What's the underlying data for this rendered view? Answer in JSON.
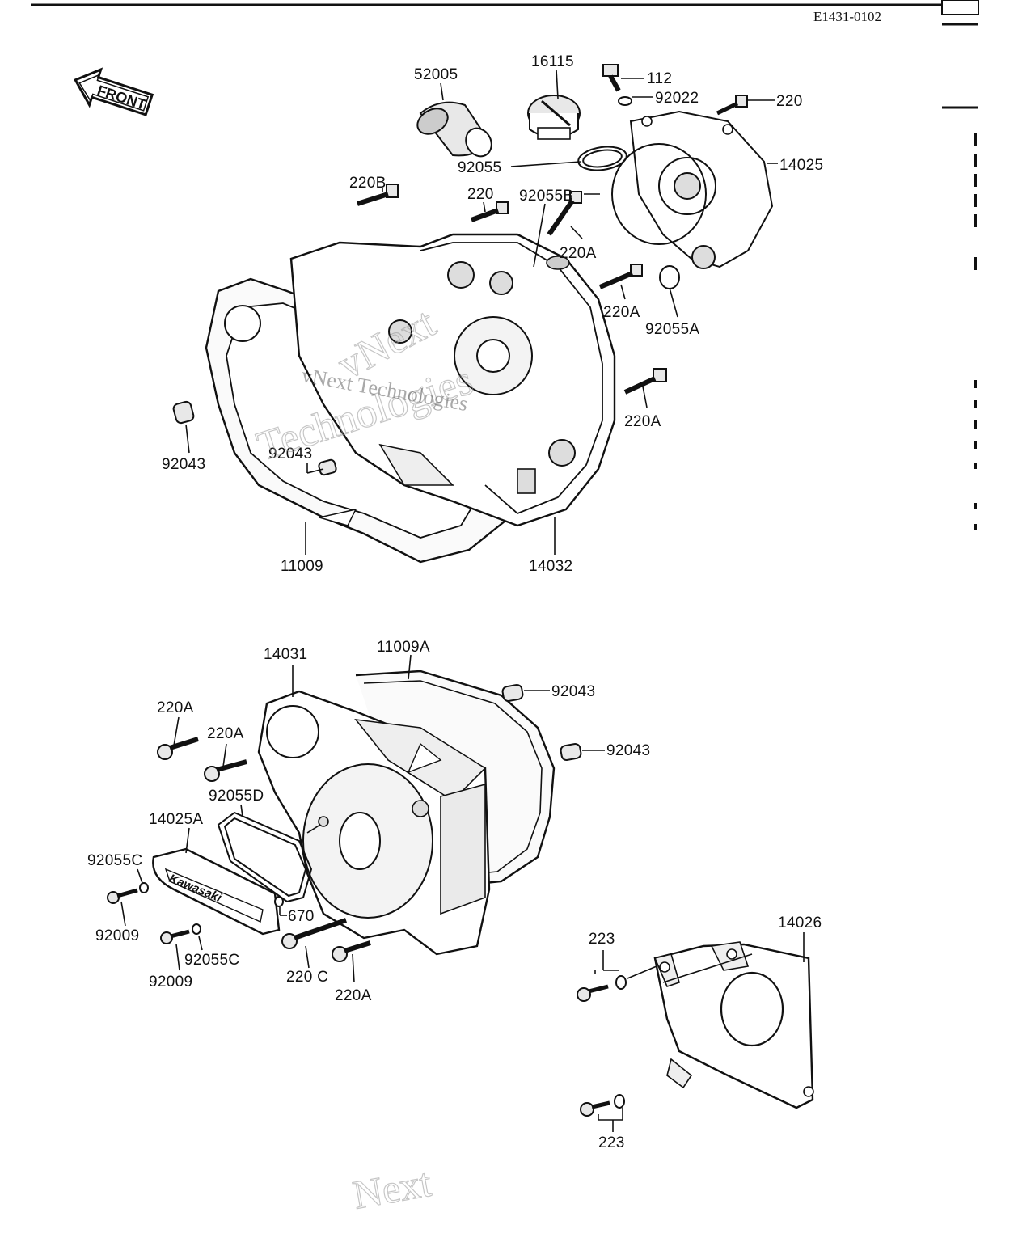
{
  "header": {
    "diagram_code": "E1431-0102"
  },
  "front_arrow": {
    "label": "FRONT"
  },
  "labels": {
    "p52005": "52005",
    "p16115": "16115",
    "p112": "112",
    "p92022": "92022",
    "p220_top": "220",
    "p14025": "14025",
    "p92055": "92055",
    "p92055B": "92055B",
    "p220B": "220B",
    "p220_mid": "220",
    "p220A_1": "220A",
    "p220A_2": "220A",
    "p92055A": "92055A",
    "p220A_3": "220A",
    "p92043_left": "92043",
    "p92043_inner": "92043",
    "p11009": "11009",
    "p14032": "14032",
    "p14031": "14031",
    "p11009A": "11009A",
    "p92043_r1": "92043",
    "p92043_r2": "92043",
    "p220A_4": "220A",
    "p220A_5": "220A",
    "p92055D": "92055D",
    "p14025A": "14025A",
    "p92055C_1": "92055C",
    "p670": "670",
    "p92009_1": "92009",
    "p92055C_2": "92055C",
    "p92009_2": "92009",
    "p220C": "220 C",
    "p220A_6": "220A",
    "p223_1": "223",
    "p14026": "14026",
    "p223_2": "223"
  },
  "emblem_text": "Kawasaki",
  "watermark": {
    "line1": "vNext Technologies",
    "outline1": "vNext",
    "outline2": "Technologies",
    "bottom": "Next"
  },
  "colors": {
    "ink": "#111111",
    "paper": "#ffffff",
    "watermark": "#999999"
  }
}
